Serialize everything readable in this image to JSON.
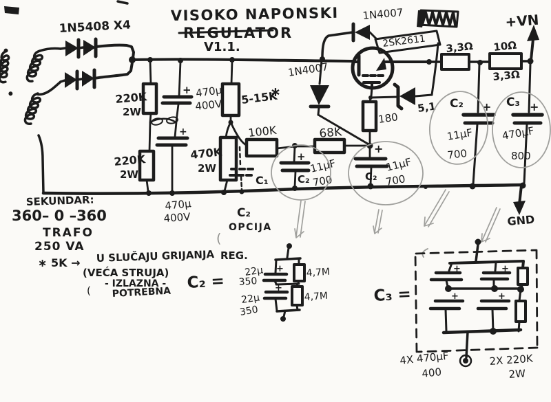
{
  "title": {
    "line1": "VISOKO NAPONSKI",
    "line2": "REGULATOR",
    "line3": "V1.1."
  },
  "transformer": {
    "heading": "SEKUNDAR:",
    "winding": "360– 0 –360",
    "kind": "TRAFO",
    "power": "250 VA"
  },
  "bridge": {
    "label": "1N5408 X4"
  },
  "filter": {
    "r_top": "220K",
    "r_top_w": "2W",
    "r_bottom": "220K",
    "r_bottom_w": "2W",
    "c_top": "470μ",
    "c_top_v": "400V",
    "c_bottom": "470μ",
    "c_bottom_v": "400V"
  },
  "reg": {
    "pot": "5-15K",
    "pot_star": "∗",
    "r_bleed": "470K",
    "r_bleed_w": "2W",
    "r_100k": "100K",
    "r_68k": "68K",
    "d_series": "1N4007",
    "d_gate": "1N4007",
    "mosfet": "2SK2611",
    "zener": "5,1",
    "r_gate": "180",
    "c1": "C₁"
  },
  "caps": {
    "c2a_name": "C₂",
    "c2a_val": "11μF",
    "c2a_v": "700",
    "c2b_name": "C₂",
    "c2b_val": "11μF",
    "c2b_v": "700",
    "c2o_name": "C₂",
    "c2o_val": "11μF",
    "c2o_v": "700",
    "c3o_name": "C₃",
    "c3o_val": "470μF",
    "c3o_v": "800"
  },
  "out": {
    "r1": "3,3Ω",
    "r2": "10Ω",
    "r2_alt": "3,3Ω",
    "vplus": "+VN",
    "gnd": "GND"
  },
  "plus": "+",
  "paren": "(",
  "note": {
    "star": "∗ 5K →",
    "l1": "U SLUČAJU GRIJANJA",
    "l1b": "REG.",
    "l2": "(VEĆA STRUJA)",
    "l3": "- IZLAZNA -",
    "l4": "POTREBNA"
  },
  "c2_option": {
    "name": "C₂",
    "label": "OPCIJA"
  },
  "c2_detail": {
    "heading": "C₂ =",
    "c1": "22μ",
    "c1v": "350",
    "c2": "22μ",
    "c2v": "350",
    "r1": "4,7M",
    "r2": "4,7M"
  },
  "c3_detail": {
    "heading": "C₃ =",
    "caps": "4X 470μF",
    "caps_v": "400",
    "res": "2X 220K",
    "res_w": "2W"
  }
}
